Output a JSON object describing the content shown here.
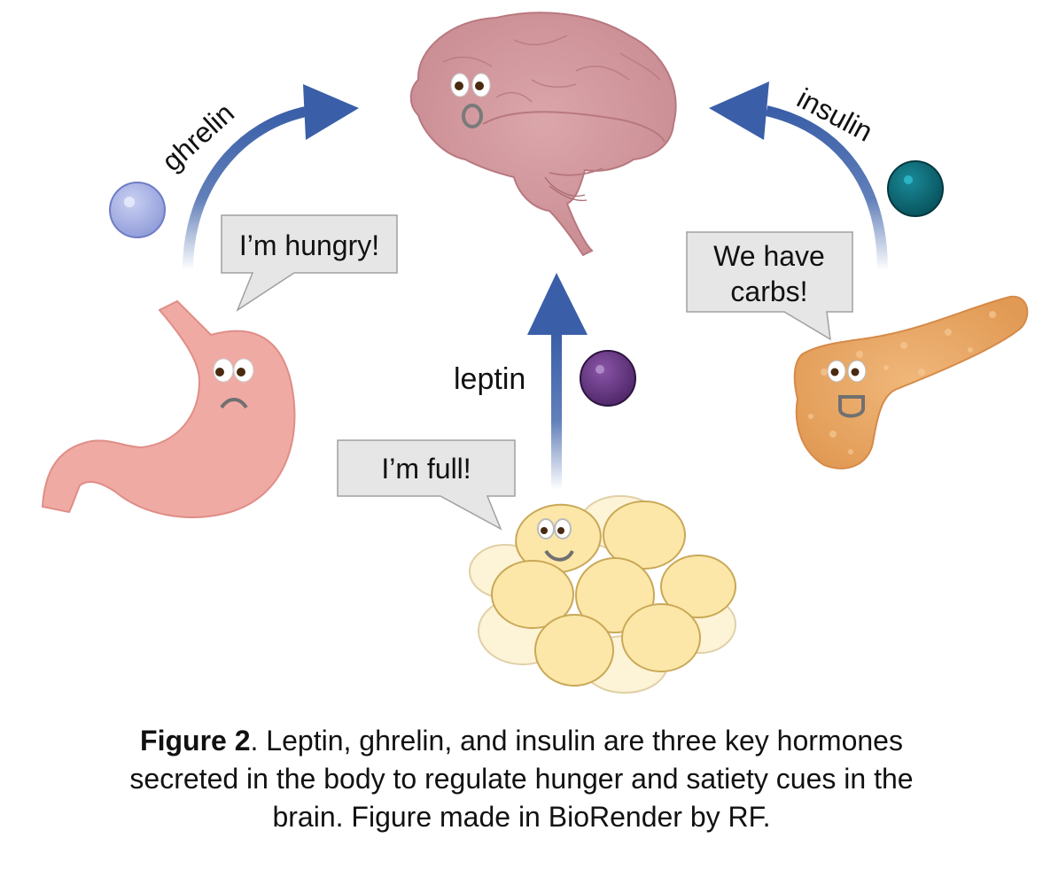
{
  "figure": {
    "hormones": [
      {
        "name": "ghrelin",
        "source": "stomach",
        "color": "#a9b4e6"
      },
      {
        "name": "leptin",
        "source": "fat cells",
        "color": "#6a3b8a"
      },
      {
        "name": "insulin",
        "source": "pancreas",
        "color": "#0f6c7a"
      }
    ],
    "arrow_color": "#3a5fa8",
    "bubbles": {
      "stomach": "I’m hungry!",
      "fat": "I’m full!",
      "pancreas_line1": "We have",
      "pancreas_line2": "carbs!"
    },
    "organs": {
      "brain": {
        "expression": "surprised"
      },
      "stomach": {
        "expression": "sad"
      },
      "fat": {
        "expression": "smile"
      },
      "pancreas": {
        "expression": "happy"
      }
    }
  },
  "caption": {
    "bold": "Figure 2",
    "text_line1": ". Leptin, ghrelin, and insulin are three key hormones",
    "text_line2": "secreted in the body to regulate hunger and satiety cues in the",
    "text_line3": "brain. Figure made in BioRender by RF."
  }
}
